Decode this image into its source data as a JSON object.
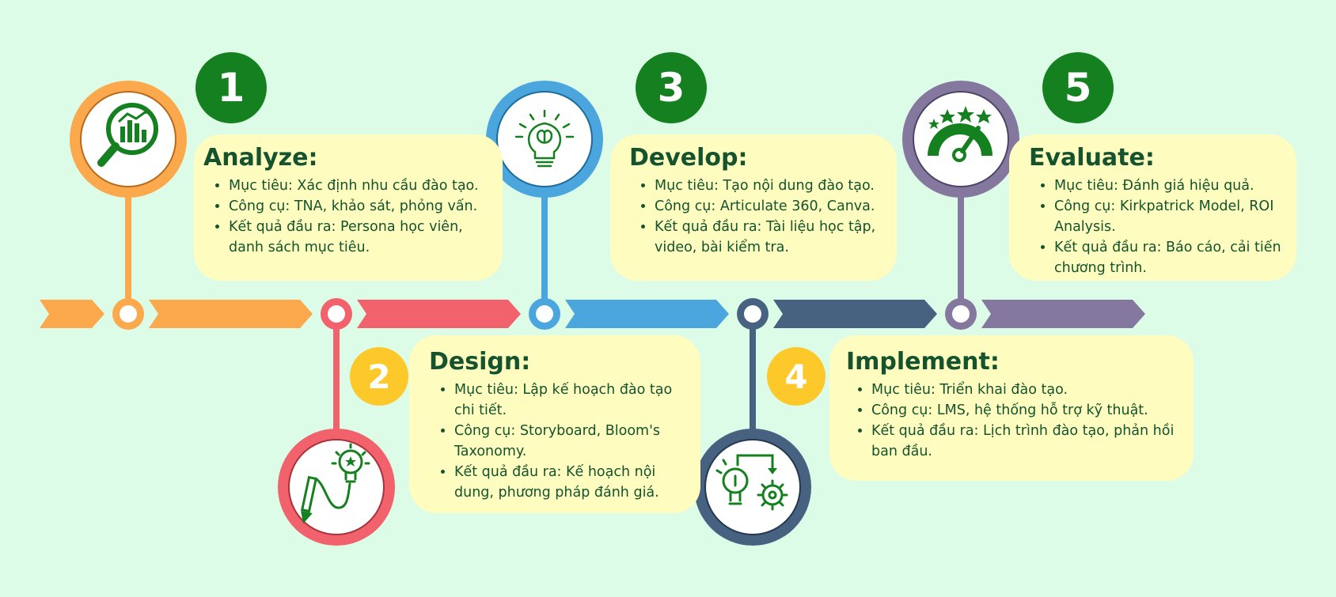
{
  "colors": {
    "background": "#dcfce7",
    "card": "#fefcbf",
    "text": "#14532d",
    "icon_green": "#15801f",
    "number_yellow": "#fcc82a",
    "step1": "#fba94c",
    "step2": "#f2626c",
    "step3": "#4aa6dc",
    "step4": "#476280",
    "step5": "#84789e"
  },
  "steps": [
    {
      "number": "1",
      "title": "Analyze:",
      "icon": "magnifier-chart-icon",
      "bullets": [
        "Mục tiêu: Xác định nhu cầu đào tạo.",
        "Công cụ: TNA, khảo sát, phỏng vấn.",
        "Kết quả đầu ra: Persona học viên, danh sách mục tiêu."
      ]
    },
    {
      "number": "2",
      "title": "Design:",
      "icon": "pencil-lightbulb-icon",
      "bullets": [
        "Mục tiêu: Lập kế hoạch đào tạo chi tiết.",
        "Công cụ: Storyboard, Bloom's Taxonomy.",
        "Kết quả đầu ra: Kế hoạch nội dung, phương pháp đánh giá."
      ]
    },
    {
      "number": "3",
      "title": "Develop:",
      "icon": "brain-lightbulb-icon",
      "bullets": [
        "Mục tiêu: Tạo nội dung đào tạo.",
        "Công cụ: Articulate 360, Canva.",
        "Kết quả đầu ra: Tài liệu học tập, video, bài kiểm tra."
      ]
    },
    {
      "number": "4",
      "title": "Implement:",
      "icon": "lightbulb-gear-icon",
      "bullets": [
        "Mục tiêu: Triển khai đào tạo.",
        "Công cụ: LMS, hệ thống hỗ trợ kỹ thuật.",
        "Kết quả đầu ra: Lịch trình đào tạo, phản hồi ban đầu."
      ]
    },
    {
      "number": "5",
      "title": "Evaluate:",
      "icon": "gauge-stars-icon",
      "bullets": [
        "Mục tiêu: Đánh giá hiệu quả.",
        "Công cụ: Kirkpatrick Model, ROI Analysis.",
        "Kết quả đầu ra: Báo cáo, cải tiến chương trình."
      ]
    }
  ]
}
